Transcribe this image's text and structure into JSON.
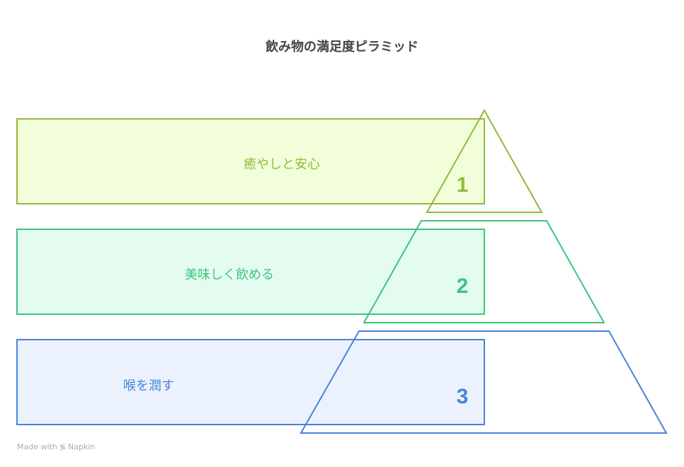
{
  "title": "飲み物の満足度ピラミッド",
  "levels": [
    {
      "number": "1",
      "label": "癒やしと安心",
      "stroke": "#8fba3c",
      "fill": "#f2fed9",
      "text": "#8fba3c"
    },
    {
      "number": "2",
      "label": "美味しく飲める",
      "stroke": "#3ec47f",
      "fill": "#e3fcef",
      "text": "#3ec47f"
    },
    {
      "number": "3",
      "label": "喉を潤す",
      "stroke": "#4a82d9",
      "fill": "#ebf2fe",
      "text": "#4a82d9"
    }
  ],
  "footer": {
    "made_with": "Made with",
    "brand": "Napkin"
  }
}
